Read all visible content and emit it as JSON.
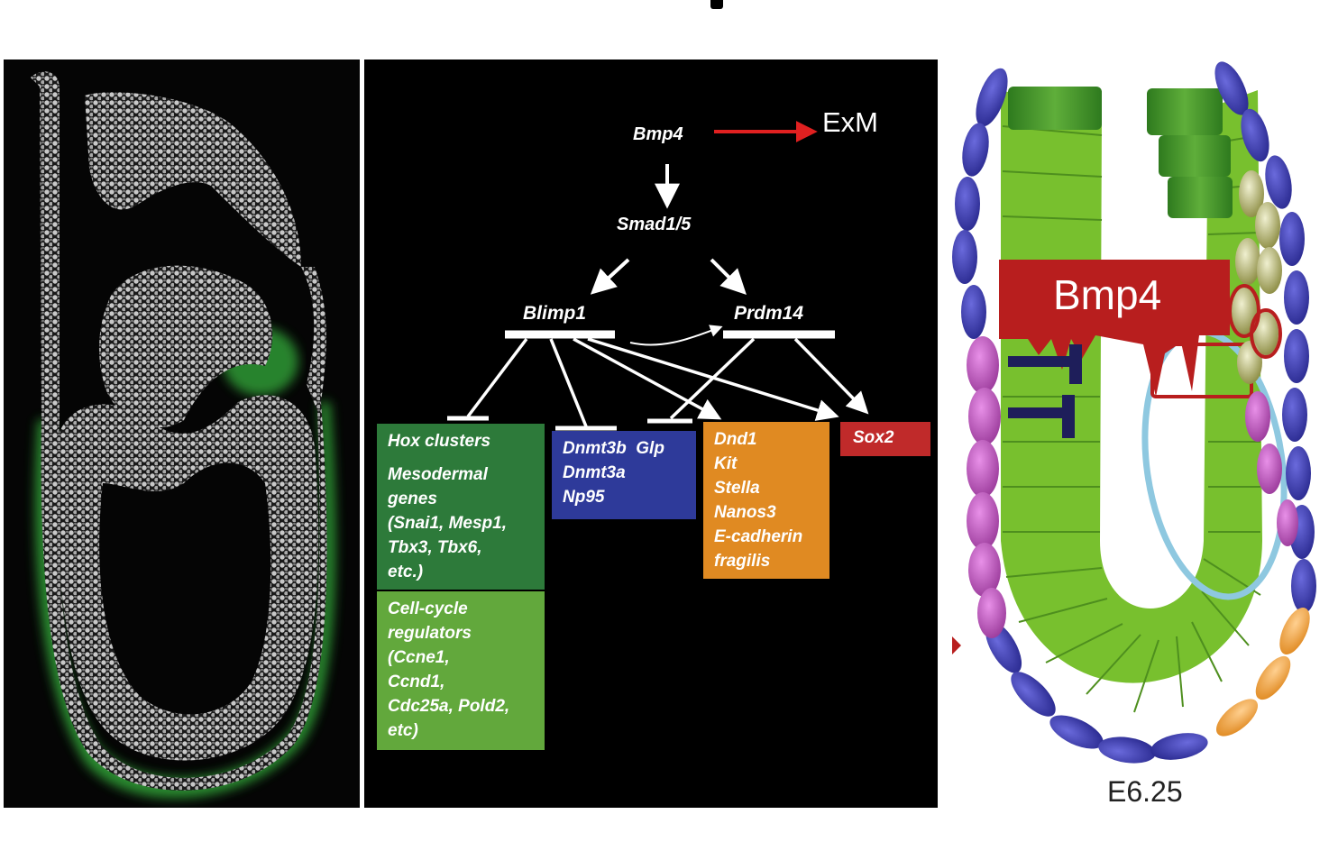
{
  "micrograph": {
    "nuclei_stain_color": "#cfcfcf",
    "marker_stain_color": "#3fbf3f"
  },
  "pathway": {
    "nodes": {
      "bmp4": "Bmp4",
      "exm": "ExM",
      "smad": "Smad1/5",
      "blimp1": "Blimp1",
      "prdm14": "Prdm14",
      "sox2": "Sox2"
    },
    "boxes": {
      "hox": {
        "color": "#2d7a3a",
        "lines": [
          "Hox clusters",
          "Mesodermal",
          "genes",
          "(Snai1, Mesp1,",
          "Tbx3, Tbx6,",
          "etc.)"
        ]
      },
      "cell_cycle": {
        "color": "#62a83c",
        "lines": [
          "Cell-cycle",
          "regulators",
          "(Ccne1,",
          "Ccnd1,",
          "Cdc25a, Pold2,",
          "etc)"
        ]
      },
      "dnmt": {
        "color": "#2e3a9a",
        "lines": [
          "Dnmt3b  Glp",
          "Dnmt3a",
          "Np95"
        ]
      },
      "germ": {
        "color": "#e08a22",
        "lines": [
          "Dnd1",
          "Kit",
          "Stella",
          "Nanos3",
          "E-cadherin",
          "fragilis"
        ]
      },
      "sox2_color": "#c02a2a"
    },
    "colors": {
      "arrow_red": "#e02020",
      "line_white": "#ffffff"
    }
  },
  "embryo_schematic": {
    "signal_label": "Bmp4",
    "stage_label": "E6.25",
    "colors": {
      "epiblast": "#7cc232",
      "epiblast_dark": "#4e9a2a",
      "visceral_endoderm": "#3a3aa0",
      "pink_cells": "#b050b0",
      "olive_cells": "#a8a860",
      "orange_cells": "#f0a040",
      "signal_red": "#b81e1e",
      "inhibitor_navy": "#1e1e5a",
      "outline_blue": "#8ec8e0"
    }
  }
}
